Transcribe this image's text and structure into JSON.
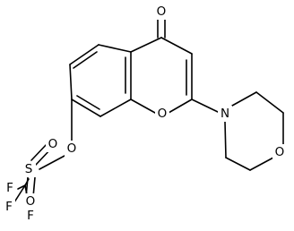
{
  "molecule": {
    "atoms": [
      {
        "id": "o_ketone",
        "label": "O"
      },
      {
        "id": "o_ring",
        "label": "O"
      },
      {
        "id": "n_morpholine",
        "label": "N"
      },
      {
        "id": "o_morpholine",
        "label": "O"
      },
      {
        "id": "o_triflate_ester",
        "label": "O"
      },
      {
        "id": "s_sulfonyl",
        "label": "S"
      },
      {
        "id": "o_sulfonyl_upper",
        "label": "O"
      },
      {
        "id": "o_sulfonyl_lower",
        "label": "O"
      },
      {
        "id": "f_left",
        "label": "F"
      },
      {
        "id": "f_lower",
        "label": "F"
      },
      {
        "id": "f_lower_left",
        "label": "F"
      }
    ]
  }
}
